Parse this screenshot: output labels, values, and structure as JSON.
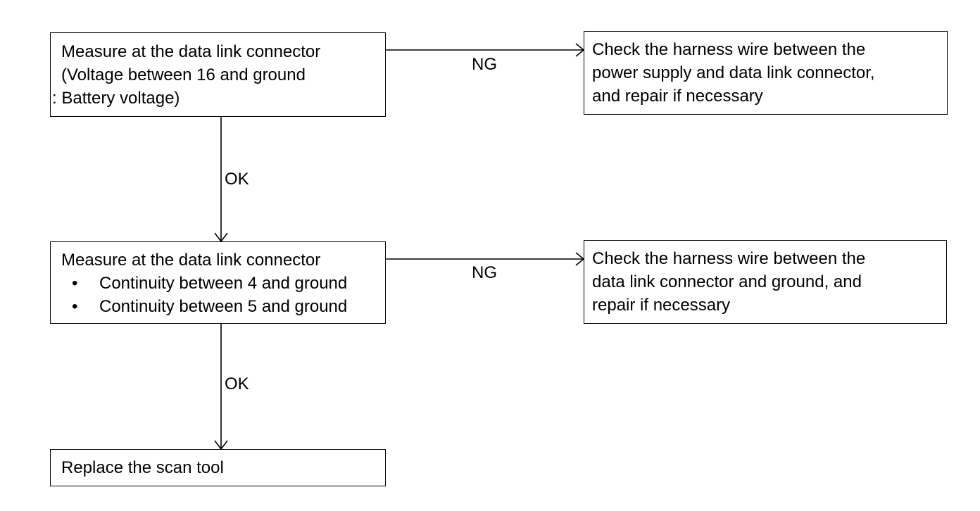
{
  "nodes": {
    "measure_voltage": {
      "lines": [
        "Measure at the data link connector",
        "(Voltage between 16 and ground",
        ": Battery voltage)"
      ]
    },
    "check_power_harness": {
      "lines": [
        "Check the harness wire between the",
        "power supply and data link connector,",
        "and repair if necessary"
      ]
    },
    "measure_continuity": {
      "heading": "Measure at the data link connector",
      "bullet_symbol": "•",
      "bullets": [
        "Continuity between 4 and ground",
        "Continuity between 5 and ground"
      ]
    },
    "check_ground_harness": {
      "lines": [
        "Check the harness wire between the",
        "data link connector and ground, and",
        "repair if necessary"
      ]
    },
    "replace_scan_tool": {
      "lines": [
        "Replace the scan tool"
      ]
    }
  },
  "edges": {
    "voltage_ng": "NG",
    "voltage_ok": "OK",
    "continuity_ng": "NG",
    "continuity_ok": "OK"
  }
}
